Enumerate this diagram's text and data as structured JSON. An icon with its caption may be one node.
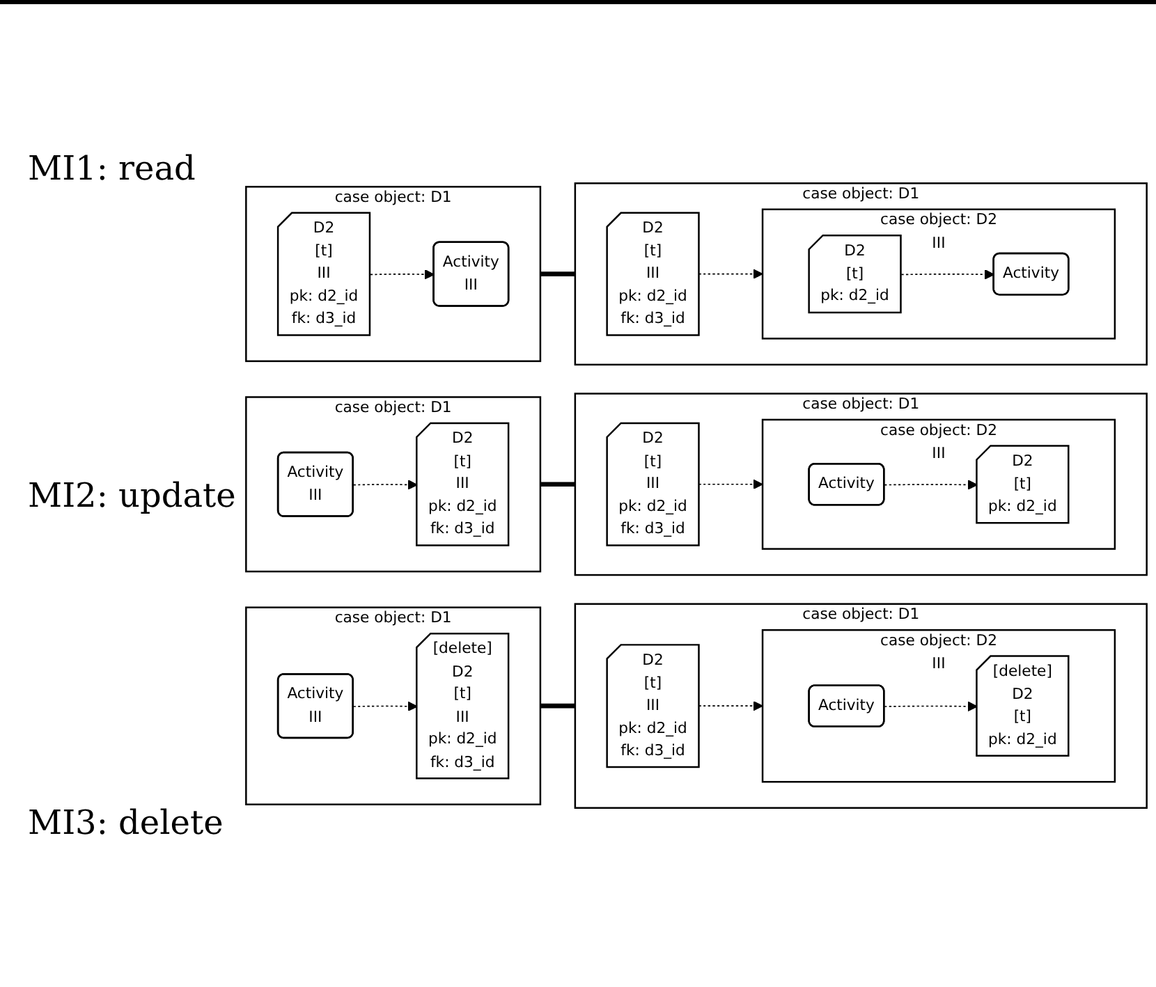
{
  "diagram": {
    "nodes": [
      {
        "text": [
          "case object: D1"
        ]
      },
      {
        "text": [
          "D2",
          "[t]",
          "III",
          "pk: d2_id",
          "fk: d3_id"
        ],
        "in": 0
      },
      {
        "text": [
          "Activity",
          "III"
        ],
        "in": 0
      },
      {
        "text": [
          "case object: D1"
        ]
      },
      {
        "text": [
          "D2",
          "[t]",
          "III",
          "pk: d2_id",
          "fk: d3_id"
        ],
        "in": 3
      },
      {
        "text": [
          "case object: D2",
          "III"
        ],
        "in": 3
      },
      {
        "text": [
          "D2",
          "[t]",
          "pk: d2_id"
        ],
        "in": 5
      },
      {
        "text": [
          "Activity"
        ],
        "in": 5
      },
      {
        "text": [
          "case object: D1"
        ]
      },
      {
        "text": [
          "D2",
          "[t]",
          "III",
          "pk: d2_id",
          "fk: d3_id"
        ],
        "in": 8
      },
      {
        "text": [
          "Activity",
          "III"
        ],
        "in": 8
      },
      {
        "text": [
          "case object: D1"
        ]
      },
      {
        "text": [
          "D2",
          "[t]",
          "III",
          "pk: d2_id",
          "fk: d3_id"
        ],
        "in": 11
      },
      {
        "text": [
          "case object: D2",
          "III"
        ],
        "in": 11
      },
      {
        "text": [
          "D2",
          "[t]",
          "pk: d2_id"
        ],
        "in": 13
      },
      {
        "text": [
          "Activity"
        ],
        "in": 13
      },
      {
        "text": [
          "case object: D1"
        ]
      },
      {
        "text": [
          "[delete]",
          "D2",
          "[t]",
          "III",
          "pk: d2_id",
          "fk: d3_id"
        ],
        "in": 16
      },
      {
        "text": [
          "Activity",
          "III"
        ],
        "in": 16
      },
      {
        "text": [
          "case object: D1"
        ]
      },
      {
        "text": [
          "D2",
          "[t]",
          "III",
          "pk: d2_id",
          "fk: d3_id"
        ],
        "in": 19
      },
      {
        "text": [
          "case object: D2",
          "III"
        ],
        "in": 19
      },
      {
        "text": [
          "[delete]",
          "D2",
          "[t]",
          "pk: d2_id"
        ],
        "in": 21
      },
      {
        "text": [
          "Activity"
        ],
        "in": 21
      }
    ],
    "edges": [
      {
        "from": 1,
        "to": 2,
        "arrow": "to",
        "style": "dashed"
      },
      {
        "from": 0,
        "to": 3,
        "arrow": "none",
        "style": "thick"
      },
      {
        "from": 4,
        "to": 5,
        "arrow": "to",
        "style": "dashed"
      },
      {
        "from": 6,
        "to": 7,
        "arrow": "to",
        "style": "dashed"
      },
      {
        "from": 10,
        "to": 9,
        "arrow": "to",
        "style": "dashed"
      },
      {
        "from": 8,
        "to": 11,
        "arrow": "none",
        "style": "thick"
      },
      {
        "from": 12,
        "to": 13,
        "arrow": "to",
        "style": "dashed"
      },
      {
        "from": 15,
        "to": 14,
        "arrow": "to",
        "style": "dashed"
      },
      {
        "from": 18,
        "to": 17,
        "arrow": "to",
        "style": "dashed"
      },
      {
        "from": 16,
        "to": 19,
        "arrow": "none",
        "style": "thick"
      },
      {
        "from": 20,
        "to": 21,
        "arrow": "to",
        "style": "dashed"
      },
      {
        "from": 23,
        "to": 22,
        "arrow": "to",
        "style": "dashed"
      }
    ],
    "labels": [
      "MI1: read",
      "MI2: update",
      "MI3: delete"
    ]
  }
}
